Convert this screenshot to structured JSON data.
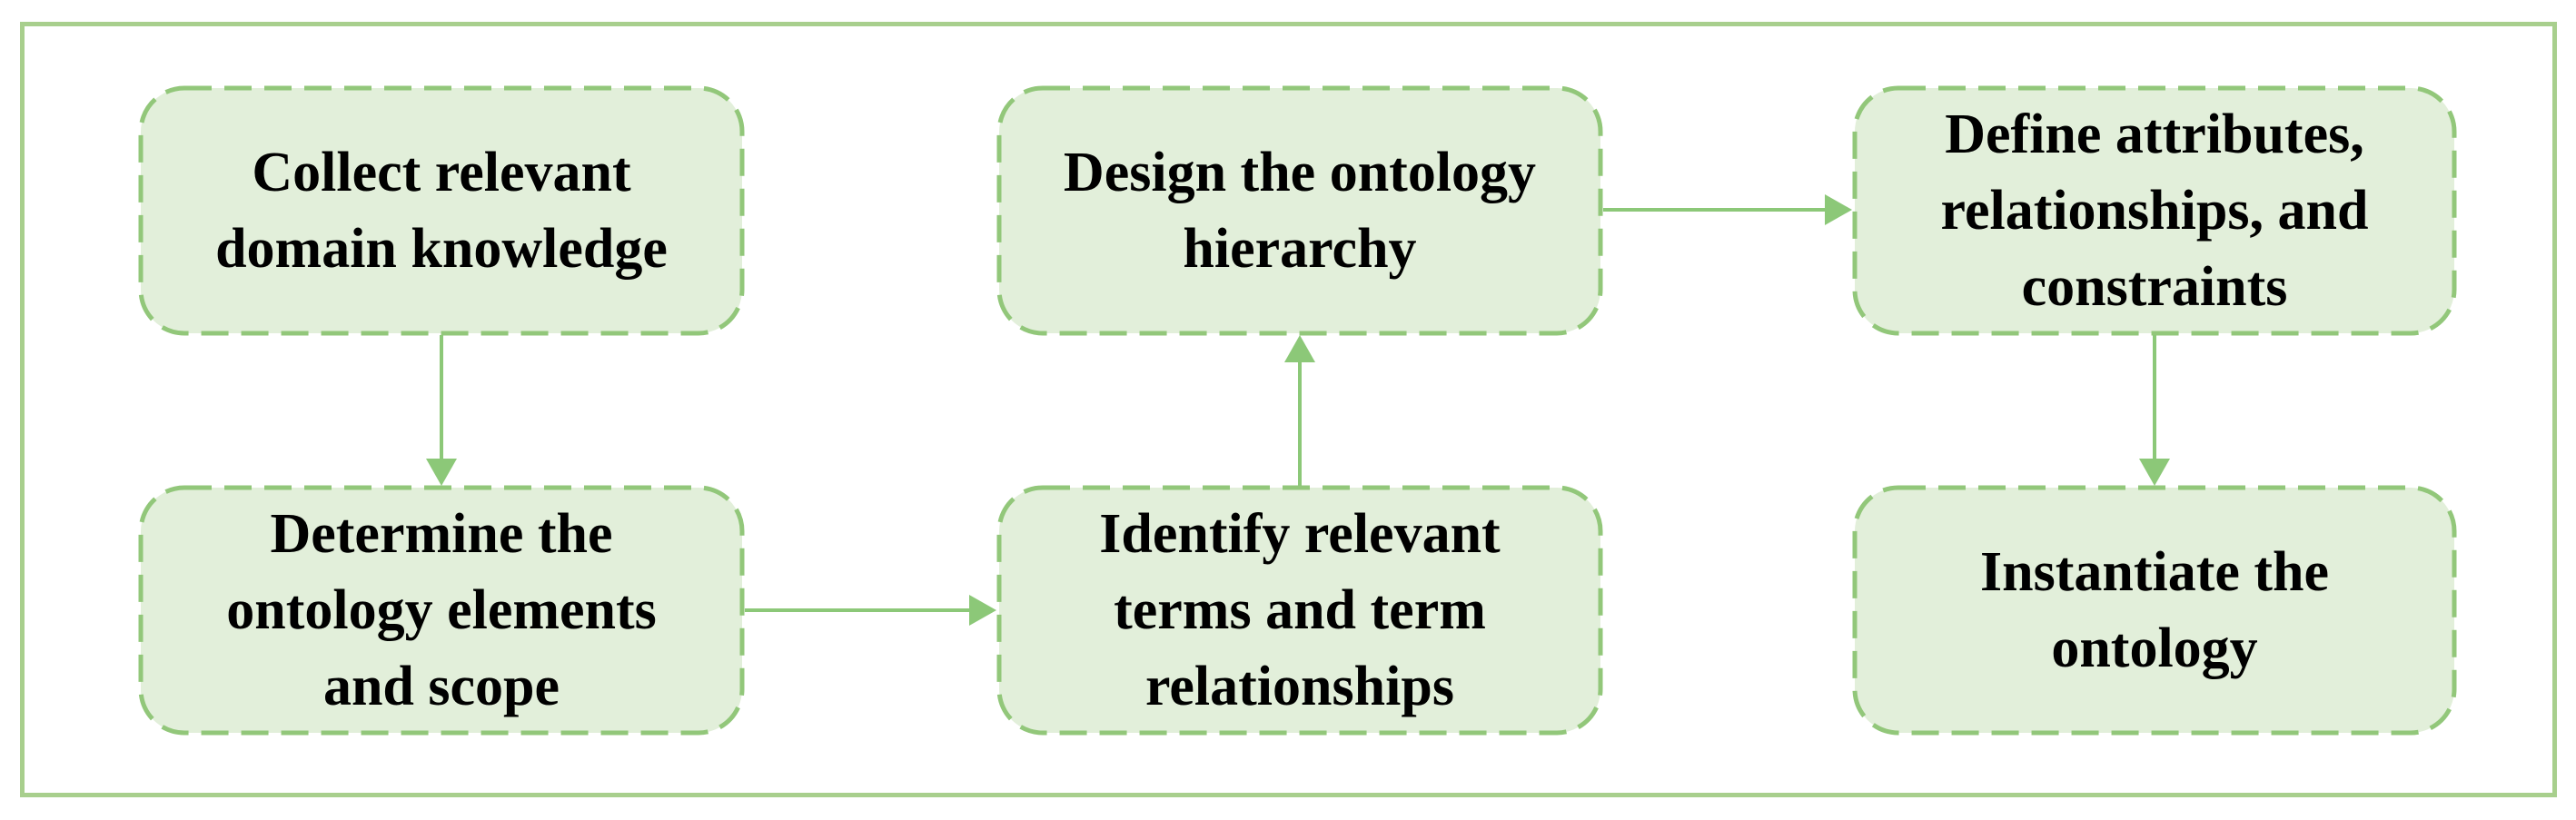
{
  "diagram": {
    "type": "flowchart",
    "colors": {
      "background": "#ffffff",
      "frame_border": "#a8cf8d",
      "node_fill": "#e2efda",
      "node_border": "#92c77a",
      "connector": "#8cc878",
      "text": "#000000"
    },
    "nodes": [
      {
        "id": "collect",
        "label": "Collect relevant\ndomain knowledge"
      },
      {
        "id": "determine",
        "label": "Determine the\nontology elements\nand scope"
      },
      {
        "id": "identify",
        "label": "Identify relevant\nterms and term\nrelationships"
      },
      {
        "id": "design",
        "label": "Design the ontology\nhierarchy"
      },
      {
        "id": "define",
        "label": "Define attributes,\nrelationships, and\nconstraints"
      },
      {
        "id": "instantiate",
        "label": "Instantiate the\nontology"
      }
    ],
    "connections": [
      {
        "from": "collect",
        "to": "determine",
        "direction": "down"
      },
      {
        "from": "determine",
        "to": "identify",
        "direction": "right"
      },
      {
        "from": "identify",
        "to": "design",
        "direction": "up"
      },
      {
        "from": "design",
        "to": "define",
        "direction": "right"
      },
      {
        "from": "define",
        "to": "instantiate",
        "direction": "down"
      }
    ]
  }
}
